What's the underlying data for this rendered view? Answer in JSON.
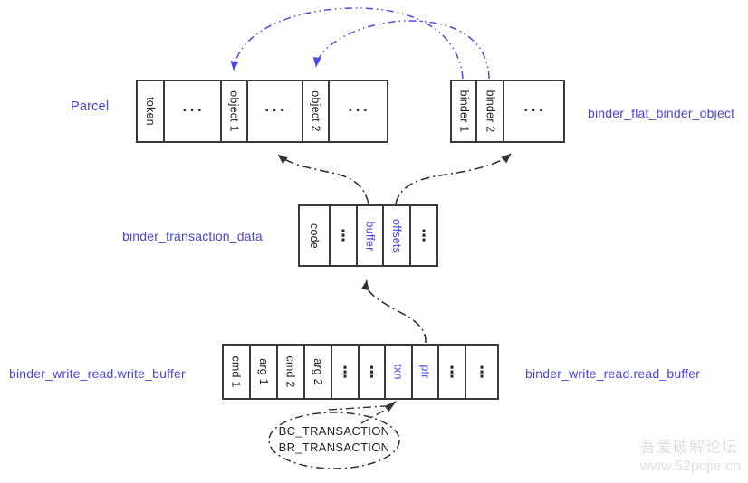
{
  "labels": {
    "parcel": "Parcel",
    "flat_binder_object": "binder_flat_binder_object",
    "transaction_data": "binder_transaction_data",
    "write_buffer": "binder_write_read.write_buffer",
    "read_buffer": "binder_write_read.read_buffer"
  },
  "colors": {
    "accent_blue": "#4645de",
    "arrow_black": "#333333",
    "box_border": "#3a3a3a"
  },
  "arrays": {
    "parcel": {
      "cells": [
        {
          "text": "token",
          "kind": "label"
        },
        {
          "text": "···",
          "kind": "dots-h"
        },
        {
          "text": "object 1",
          "kind": "label"
        },
        {
          "text": "···",
          "kind": "dots-h"
        },
        {
          "text": "object 2",
          "kind": "label"
        },
        {
          "text": "···",
          "kind": "dots-h"
        }
      ]
    },
    "flat": {
      "cells": [
        {
          "text": "binder 1",
          "kind": "label"
        },
        {
          "text": "binder 2",
          "kind": "label"
        },
        {
          "text": "···",
          "kind": "dots-h"
        }
      ]
    },
    "txn": {
      "cells": [
        {
          "text": "code",
          "kind": "label"
        },
        {
          "text": "⋮",
          "kind": "dots-v"
        },
        {
          "text": "buffer",
          "kind": "label",
          "blue": true
        },
        {
          "text": "offsets",
          "kind": "label",
          "blue": true
        },
        {
          "text": "⋮",
          "kind": "dots-v"
        }
      ]
    },
    "wr": {
      "cells": [
        {
          "text": "cmd 1",
          "kind": "label"
        },
        {
          "text": "arg 1",
          "kind": "label"
        },
        {
          "text": "cmd 2",
          "kind": "label"
        },
        {
          "text": "arg 2",
          "kind": "label"
        },
        {
          "text": "⋮",
          "kind": "dots-v"
        },
        {
          "text": "⋮",
          "kind": "dots-v"
        },
        {
          "text": "txn",
          "kind": "label",
          "blue": true
        },
        {
          "text": "ptr",
          "kind": "label",
          "blue": true
        },
        {
          "text": "⋮",
          "kind": "dots-v"
        },
        {
          "text": "⋮",
          "kind": "dots-v"
        }
      ]
    }
  },
  "callout": {
    "lines": [
      "BC_TRANSACTION",
      "BR_TRANSACTION"
    ]
  },
  "watermark": {
    "line1": "吾爱破解论坛",
    "line2": "www.52pojie.cn"
  }
}
